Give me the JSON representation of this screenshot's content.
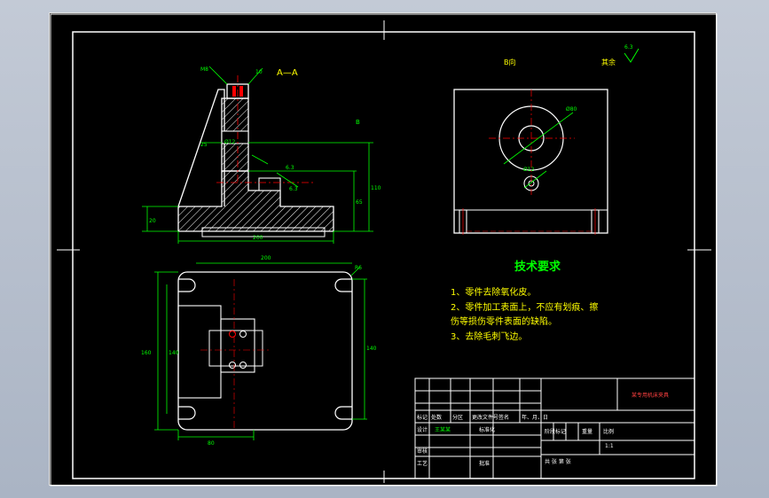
{
  "section_label": "A—A",
  "view_label_b": "B",
  "view_label_b_direction": "B向",
  "remaining_finish": "其余",
  "roughness_symbol": "6.3",
  "tech_req": {
    "title": "技术要求",
    "lines": [
      "1、零件去除氧化皮。",
      "2、零件加工表面上，不应有划痕、擦",
      "伤等损伤零件表面的缺陷。",
      "3、去除毛刺飞边。"
    ]
  },
  "title_block": {
    "drawing_name": "某专用机床夹具",
    "row_labels": [
      "标记",
      "处数",
      "分区",
      "更改文件号",
      "签名",
      "年、月、日"
    ],
    "designer_label": "设计",
    "designer_name": "王某某",
    "standardization_label": "标准化",
    "review_label": "审核",
    "process_label": "工艺",
    "approve_label": "批准",
    "stage_label": "阶段标记",
    "weight_label": "重量",
    "scale_label": "比例",
    "scale_value": "1:1",
    "sheet_label": "共  张  第  张"
  },
  "colors": {
    "background": "#000000",
    "frame": "#ffffff",
    "outline": "#ffffff",
    "dimension": "#00ff00",
    "text_yellow": "#ffff00",
    "center_line": "#ff0000",
    "title_text_green": "#00ff00"
  }
}
